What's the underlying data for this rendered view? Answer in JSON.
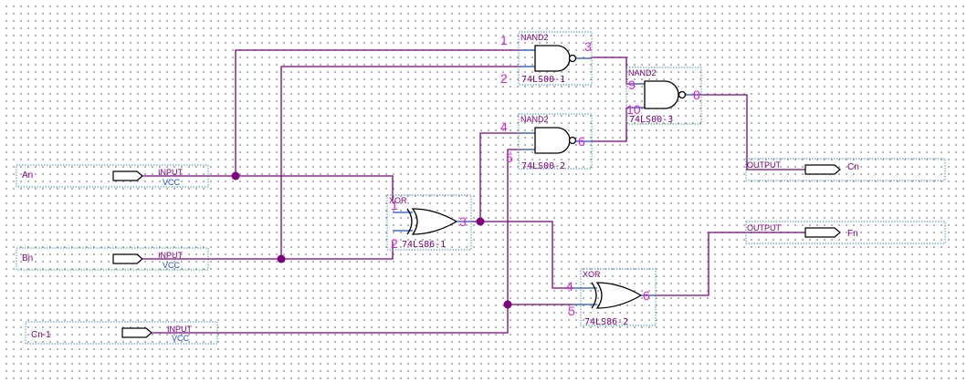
{
  "inputs": [
    {
      "name": "An",
      "type": "INPUT",
      "sub": "VCC"
    },
    {
      "name": "Bn",
      "type": "INPUT",
      "sub": "VCC"
    },
    {
      "name": "Cn-1",
      "type": "INPUT",
      "sub": "VCC"
    }
  ],
  "outputs": [
    {
      "name": "Cn",
      "type": "OUTPUT"
    },
    {
      "name": "Fn",
      "type": "OUTPUT"
    }
  ],
  "gates": [
    {
      "type": "NAND2",
      "instance": "74LS00-1",
      "pins": [
        "1",
        "2",
        "3"
      ]
    },
    {
      "type": "NAND2",
      "instance": "74LS00-2",
      "pins": [
        "4",
        "5",
        "6"
      ]
    },
    {
      "type": "NAND2",
      "instance": "74LS00-3",
      "pins": [
        "9",
        "10",
        "8"
      ]
    },
    {
      "type": "XOR",
      "instance": "74LS86-1",
      "pins": [
        "1",
        "2",
        "3"
      ]
    },
    {
      "type": "XOR",
      "instance": "74LS86-2",
      "pins": [
        "4",
        "5",
        "6"
      ]
    }
  ],
  "colors": {
    "wire": "#800080",
    "pin_number": "#e020e0",
    "vcc": "#1e4fd0"
  }
}
